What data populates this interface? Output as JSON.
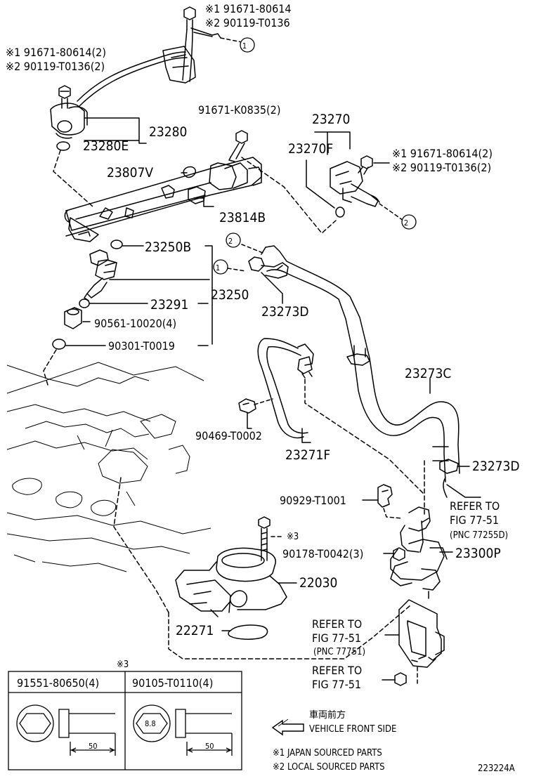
{
  "labels": {
    "top_note1": "※1 91671-80614",
    "top_note2": "※2 90119-T0136",
    "left_note1": "※1 91671-80614(2)",
    "left_note2": "※2 90119-T0136(2)",
    "p23280": "23280",
    "p23280e": "23280E",
    "p91671k": "91671-K0835(2)",
    "p23270": "23270",
    "p23270f": "23270F",
    "right_note1": "※1 91671-80614(2)",
    "right_note2": "※2 90119-T0136(2)",
    "p23807v": "23807V",
    "p23814b": "23814B",
    "p23250b": "23250B",
    "p23250": "23250",
    "p23273d_a": "23273D",
    "p23291": "23291",
    "p90561": "90561-10020(4)",
    "p90301": "90301-T0019",
    "p23273c": "23273C",
    "p90469": "90469-T0002",
    "p23271f": "23271F",
    "p23273d_b": "23273D",
    "refer1_a": "REFER TO",
    "refer1_b": "FIG 77-51",
    "refer1_c": "(PNC 77255D)",
    "p90929": "90929-T1001",
    "note3": "※3",
    "p90178": "90178-T0042(3)",
    "p23300p": "23300P",
    "p22030": "22030",
    "p22271": "22271",
    "refer2_a": "REFER TO",
    "refer2_b": "FIG 77-51",
    "refer2_c": "(PNC 77751)",
    "refer3_a": "REFER TO",
    "refer3_b": "FIG 77-51",
    "callout1": "1",
    "callout2": "2",
    "table_note": "※3",
    "table_col1": "91551-80650(4)",
    "table_col2": "90105-T0110(4)",
    "dim1": "50",
    "dim2": "50",
    "bolt_mark": "8.8",
    "front_jp": "車両前方",
    "front_en": "VEHICLE FRONT SIDE",
    "legend1": "※1 JAPAN SOURCED PARTS",
    "legend2": "※2 LOCAL SOURCED PARTS",
    "diagram_id": "223224A"
  }
}
